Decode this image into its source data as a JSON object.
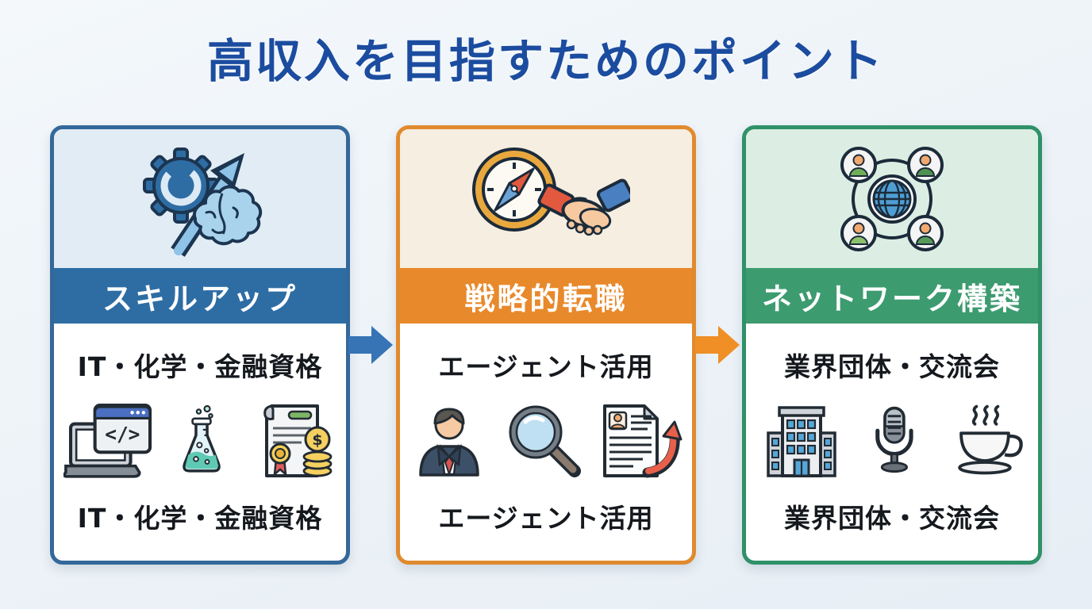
{
  "page": {
    "title": "高収入を目指すためのポイント",
    "title_color": "#1b4c9f",
    "background": "#edf3f8"
  },
  "cards": [
    {
      "id": "skill-up",
      "header": "スキルアップ",
      "label_top": "IT・化学・金融資格",
      "label_bottom": "IT・化学・金融資格",
      "accent": "#33689a",
      "header_bg": "#2e6da4",
      "icon_area_bg": "#e2ecf5",
      "hero_icon": "gear-brain-arrow-icon",
      "body_icons": [
        "laptop-code-icon",
        "chemistry-flask-icon",
        "certificate-coins-icon"
      ]
    },
    {
      "id": "strategic-job-change",
      "header": "戦略的転職",
      "label_top": "エージェント活用",
      "label_bottom": "エージェント活用",
      "accent": "#e08a2e",
      "header_bg": "#e8892b",
      "icon_area_bg": "#f6eee1",
      "hero_icon": "compass-handshake-icon",
      "body_icons": [
        "businessman-icon",
        "magnifier-icon",
        "resume-arrow-icon"
      ]
    },
    {
      "id": "network-building",
      "header": "ネットワーク構築",
      "label_top": "業界団体・交流会",
      "label_bottom": "業界団体・交流会",
      "accent": "#2f9168",
      "header_bg": "#3d9b70",
      "icon_area_bg": "#dceee3",
      "hero_icon": "people-network-icon",
      "body_icons": [
        "office-building-icon",
        "microphone-icon",
        "coffee-cup-icon"
      ]
    }
  ],
  "arrows": [
    {
      "direction": "right",
      "color": "#3674b5"
    },
    {
      "direction": "right",
      "color": "#ef8f25"
    }
  ],
  "icon_glyphs": {
    "code": "</>",
    "dollar": "$"
  }
}
